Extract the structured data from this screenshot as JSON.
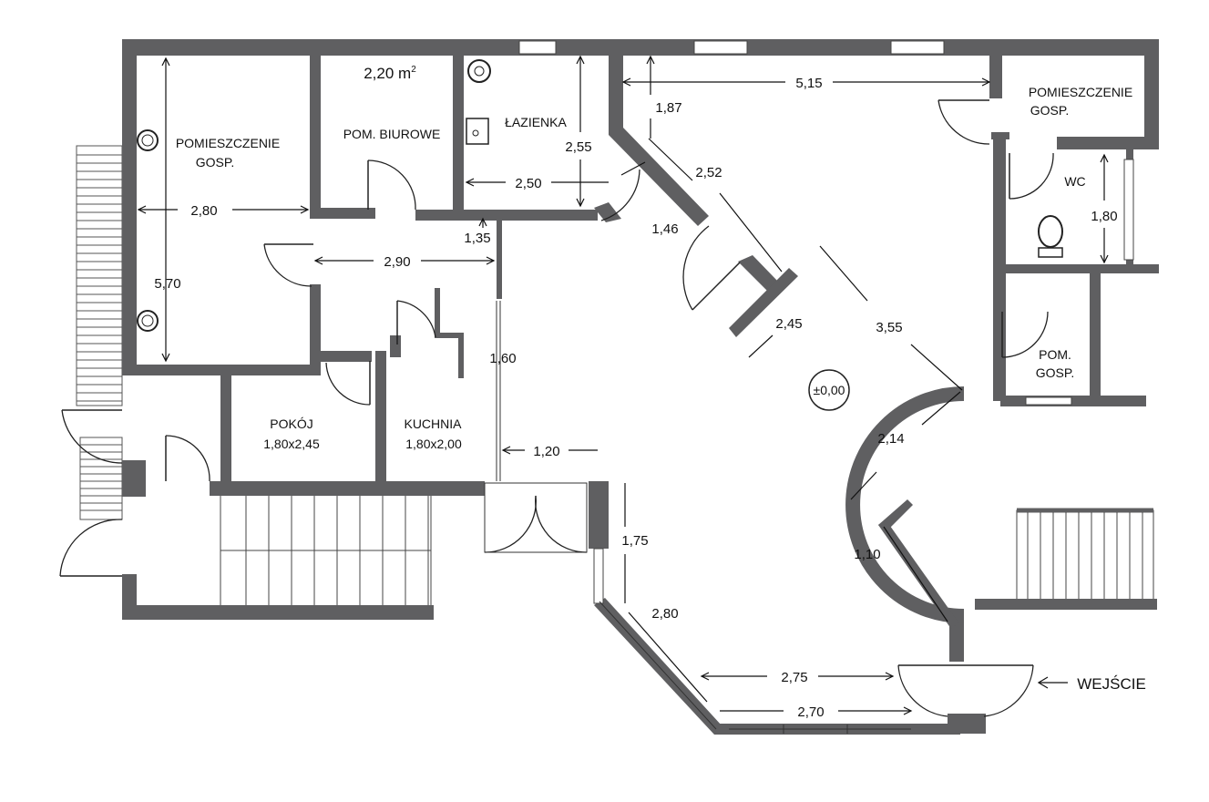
{
  "rooms": {
    "storage_left": {
      "line1": "POMIESZCZENIE",
      "line2": "GOSP."
    },
    "office": {
      "area_value": "2,20 m",
      "area_sup": "2",
      "name": "POM. BIUROWE"
    },
    "bathroom": {
      "name": "ŁAZIENKA"
    },
    "storage_right": {
      "line1": "POMIESZCZENIE",
      "line2": "GOSP."
    },
    "wc": {
      "name": "WC"
    },
    "pom_gosp_small": {
      "line1": "POM.",
      "line2": "GOSP."
    },
    "pokoj": {
      "name": "POKÓJ",
      "size": "1,80x2,45"
    },
    "kuchnia": {
      "name": "KUCHNIA",
      "size": "1,80x2,00"
    }
  },
  "level_marker": "±0,00",
  "entrance": {
    "label": "WEJŚCIE"
  },
  "dimensions": {
    "d280_left": "2,80",
    "d570": "5,70",
    "d250": "2,50",
    "d255": "2,55",
    "d187": "1,87",
    "d515": "5,15",
    "d252": "2,52",
    "d146": "1,46",
    "d135": "1,35",
    "d290": "2,90",
    "d160": "1,60",
    "d120": "1,20",
    "d245": "2,45",
    "d355": "3,55",
    "d214": "2,14",
    "d110": "1,10",
    "d180": "1,80",
    "d175": "1,75",
    "d280_diag": "2,80",
    "d275": "2,75",
    "d270": "2,70"
  }
}
